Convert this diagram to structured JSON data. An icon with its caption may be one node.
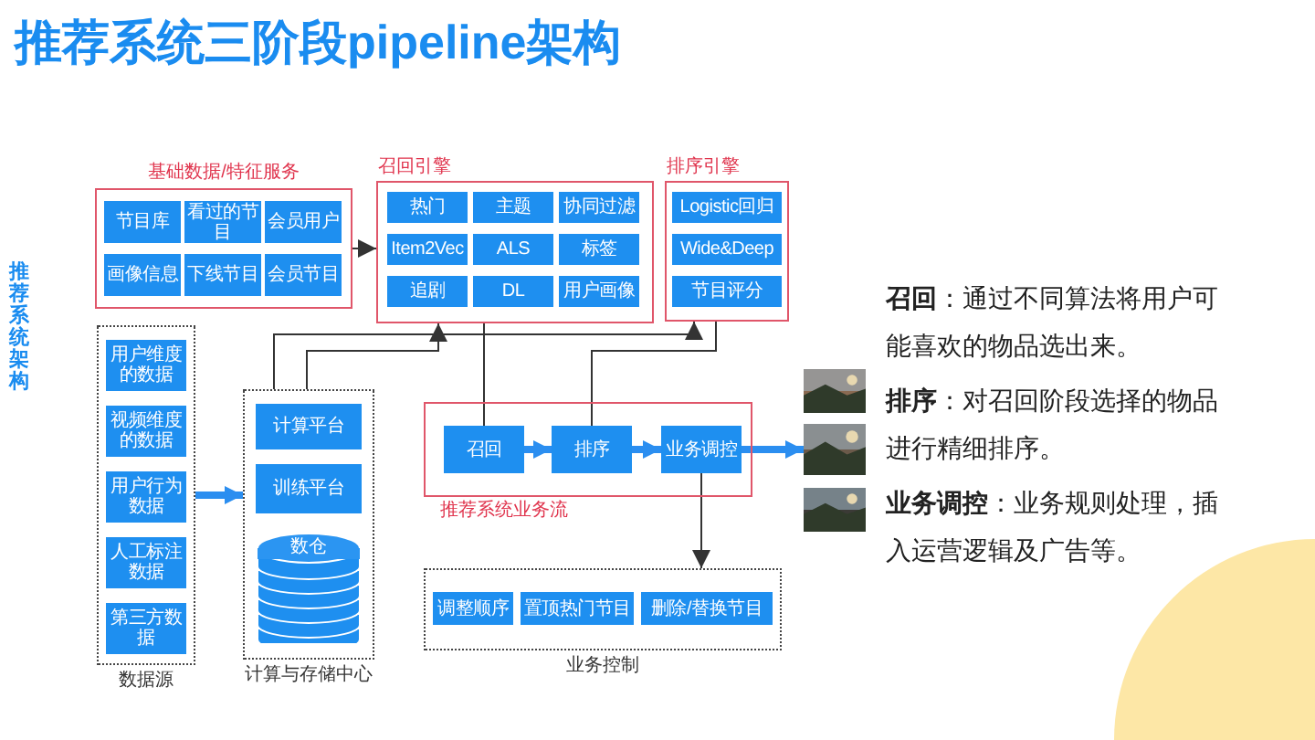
{
  "diagram": {
    "title": "推荐系统三阶段pipeline架构",
    "nodes": [
      {
        "text": [
          "基础数据/特征服务"
        ]
      },
      {
        "text": [
          "节目库"
        ],
        "in": 0
      },
      {
        "text": [
          "看过的节目"
        ],
        "in": 0
      },
      {
        "text": [
          "会员用户"
        ],
        "in": 0
      },
      {
        "text": [
          "画像信息"
        ],
        "in": 0
      },
      {
        "text": [
          "下线节目"
        ],
        "in": 0
      },
      {
        "text": [
          "会员节目"
        ],
        "in": 0
      },
      {
        "text": [
          "召回引擎"
        ]
      },
      {
        "text": [
          "热门"
        ],
        "in": 7
      },
      {
        "text": [
          "主题"
        ],
        "in": 7
      },
      {
        "text": [
          "协同过滤"
        ],
        "in": 7
      },
      {
        "text": [
          "Item2Vec"
        ],
        "in": 7
      },
      {
        "text": [
          "ALS"
        ],
        "in": 7
      },
      {
        "text": [
          "标签"
        ],
        "in": 7
      },
      {
        "text": [
          "追剧"
        ],
        "in": 7
      },
      {
        "text": [
          "DL"
        ],
        "in": 7
      },
      {
        "text": [
          "用户画像"
        ],
        "in": 7
      },
      {
        "text": [
          "排序引擎"
        ]
      },
      {
        "text": [
          "Logistic回归"
        ],
        "in": 17
      },
      {
        "text": [
          "Wide&Deep"
        ],
        "in": 17
      },
      {
        "text": [
          "节目评分"
        ],
        "in": 17
      },
      {
        "text": [
          "数据源"
        ]
      },
      {
        "text": [
          "用户维度的数据"
        ],
        "in": 21
      },
      {
        "text": [
          "视频维度的数据"
        ],
        "in": 21
      },
      {
        "text": [
          "用户行为数据"
        ],
        "in": 21
      },
      {
        "text": [
          "人工标注数据"
        ],
        "in": 21
      },
      {
        "text": [
          "第三方数据"
        ],
        "in": 21
      },
      {
        "text": [
          "计算与存储中心"
        ]
      },
      {
        "text": [
          "计算平台"
        ],
        "in": 27
      },
      {
        "text": [
          "训练平台"
        ],
        "in": 27
      },
      {
        "text": [
          "数仓"
        ],
        "in": 27
      },
      {
        "text": [
          "推荐系统业务流"
        ]
      },
      {
        "text": [
          "召回"
        ],
        "in": 31
      },
      {
        "text": [
          "排序"
        ],
        "in": 31
      },
      {
        "text": [
          "业务调控"
        ],
        "in": 31
      },
      {
        "text": [],
        "shape": "picture"
      },
      {
        "text": [],
        "shape": "picture"
      },
      {
        "text": [],
        "shape": "picture"
      },
      {
        "text": [
          "业务控制"
        ]
      },
      {
        "text": [
          "调整顺序"
        ],
        "in": 38
      },
      {
        "text": [
          "置顶热门节目"
        ],
        "in": 38
      },
      {
        "text": [
          "删除/替换节目"
        ],
        "in": 38
      }
    ],
    "edges": [
      {
        "from": 0,
        "to": 7,
        "arrow": "to"
      },
      {
        "from": 27,
        "to": 7,
        "arrow": "to"
      },
      {
        "from": 27,
        "to": 17,
        "arrow": "to"
      },
      {
        "from": 32,
        "to": 7,
        "arrow": "none"
      },
      {
        "from": 33,
        "to": 17,
        "arrow": "none"
      },
      {
        "from": 32,
        "to": 33,
        "arrow": "to",
        "style": "thick",
        "color": "#2b8ef0"
      },
      {
        "from": 33,
        "to": 34,
        "arrow": "to",
        "style": "thick",
        "color": "#2b8ef0"
      },
      {
        "from": 34,
        "to": 36,
        "arrow": "to",
        "style": "thick",
        "color": "#2b8ef0"
      },
      {
        "from": 34,
        "to": 38,
        "arrow": "to"
      },
      {
        "from": 21,
        "to": 27,
        "arrow": "to",
        "style": "thick",
        "color": "#2b8ef0"
      }
    ],
    "labels": [
      "推荐系统架构",
      "**召回**：通过不同算法将用户可能喜欢的物品选出来。",
      "**排序**：对召回阶段选择的物品进行精细排序。",
      "**业务调控**：业务规则处理，插入运营逻辑及广告等。"
    ]
  }
}
